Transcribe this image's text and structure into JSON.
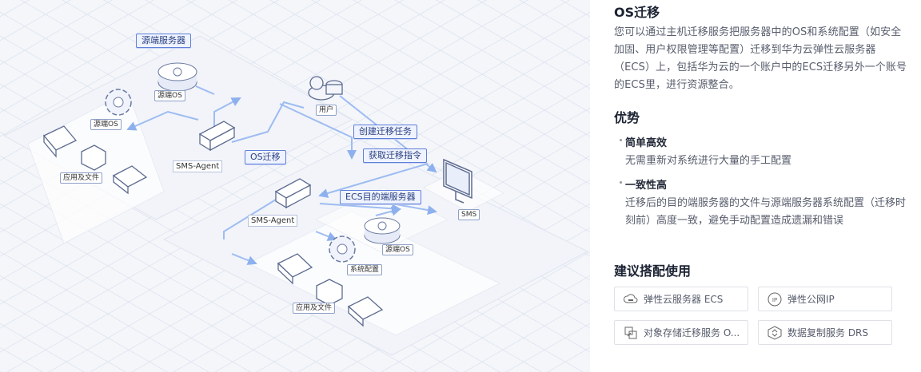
{
  "diagram": {
    "tags": {
      "source_server": "源端服务器",
      "os_migration": "OS迁移",
      "create_task": "创建迁移任务",
      "get_command": "获取迁移指令",
      "ecs_target": "ECS目的端服务器"
    },
    "labels": {
      "source_os_top": "源端OS",
      "source_os_left": "源端OS",
      "app_files_1": "应用及文件",
      "sms_agent_1": "SMS-Agent",
      "user": "用户",
      "sms": "SMS",
      "sms_agent_2": "SMS-Agent",
      "target_os": "源端OS",
      "sys_config": "系统配置",
      "app_files_2": "应用及文件"
    }
  },
  "info": {
    "title": "OS迁移",
    "description": "您可以通过主机迁移服务把服务器中的OS和系统配置（如安全加固、用户权限管理等配置）迁移到华为云弹性云服务器（ECS）上，包括华为云的一个账户中的ECS迁移另外一个账号的ECS里，进行资源整合。",
    "advantages_heading": "优势",
    "advantages": [
      {
        "title": "简单高效",
        "text": "无需重新对系统进行大量的手工配置"
      },
      {
        "title": "一致性高",
        "text": "迁移后的目的端服务器的文件与源端服务器系统配置（迁移时刻前）高度一致，避免手动配置造成遗漏和错误"
      }
    ],
    "recommend_heading": "建议搭配使用",
    "products": [
      {
        "label": "弹性云服务器 ECS",
        "icon": "cloud-server-icon"
      },
      {
        "label": "弹性公网IP",
        "icon": "eip-icon"
      },
      {
        "label": "对象存储迁移服务 O...",
        "icon": "storage-migration-icon"
      },
      {
        "label": "数据复制服务 DRS",
        "icon": "data-replication-icon"
      }
    ]
  },
  "colors": {
    "accent": "#5f7fd8",
    "flow": "#9dbcf2",
    "platform": "#eef1f8"
  }
}
